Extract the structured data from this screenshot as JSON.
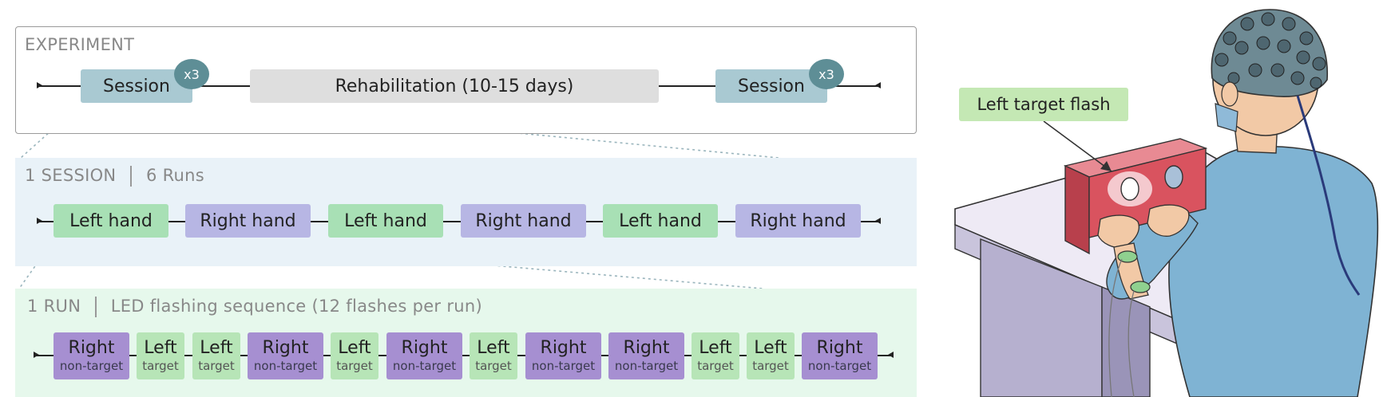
{
  "experiment": {
    "title": "EXPERIMENT",
    "session_label": "Session",
    "session_repeat": "x3",
    "rehab_label": "Rehabilitation (10-15 days)"
  },
  "session": {
    "title": "1 SESSION",
    "subtitle": "6 Runs",
    "runs": [
      "Left hand",
      "Right hand",
      "Left hand",
      "Right hand",
      "Left hand",
      "Right hand"
    ]
  },
  "run": {
    "title": "1 RUN",
    "subtitle": "LED flashing sequence (12 flashes per run)",
    "flashes": [
      {
        "side": "Right",
        "type": "non-target"
      },
      {
        "side": "Left",
        "type": "target"
      },
      {
        "side": "Left",
        "type": "target"
      },
      {
        "side": "Right",
        "type": "non-target"
      },
      {
        "side": "Left",
        "type": "target"
      },
      {
        "side": "Right",
        "type": "non-target"
      },
      {
        "side": "Left",
        "type": "target"
      },
      {
        "side": "Right",
        "type": "non-target"
      },
      {
        "side": "Right",
        "type": "non-target"
      },
      {
        "side": "Left",
        "type": "target"
      },
      {
        "side": "Left",
        "type": "target"
      },
      {
        "side": "Right",
        "type": "non-target"
      }
    ]
  },
  "illustration": {
    "callout": "Left target flash"
  },
  "colors": {
    "session_block": "#a9c9d2",
    "rehab_block": "#dedede",
    "badge": "#5e8e96",
    "left_hand": "#a8e0b5",
    "right_hand": "#b7b6e4",
    "flash_target": "#b7e5b7",
    "flash_nontarget": "#a68fd1",
    "session_panel": "#e9f2f8",
    "run_panel": "#e6f8ec",
    "callout": "#c4e8b4",
    "led_box": "#d9535f"
  }
}
